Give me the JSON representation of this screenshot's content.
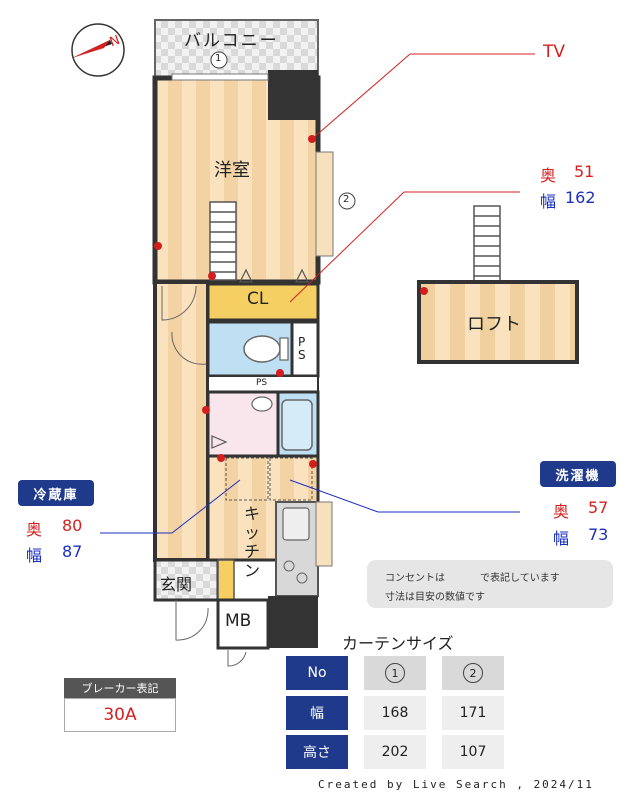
{
  "rooms": {
    "balcony": "バルコニー",
    "western_room": "洋室",
    "closet": "CL",
    "ps_vertical": "PS",
    "ps_horizontal": "PS",
    "kitchen": "キッチン",
    "entrance": "玄関",
    "mb": "MB",
    "loft": "ロフト"
  },
  "markers": {
    "window_1": "1",
    "window_2": "2",
    "compass_n": "N"
  },
  "tv": {
    "label": "TV"
  },
  "closet_dims": {
    "depth_label": "奥",
    "depth": "51",
    "width_label": "幅",
    "width": "162"
  },
  "fridge": {
    "tag": "冷蔵庫",
    "depth_label": "奥",
    "depth": "80",
    "width_label": "幅",
    "width": "87"
  },
  "washer": {
    "tag": "洗濯機",
    "depth_label": "奥",
    "depth": "57",
    "width_label": "幅",
    "width": "73"
  },
  "notes": {
    "line1_a": "コンセントは",
    "line1_b": "で表記しています",
    "line2": "寸法は目安の数値です"
  },
  "breaker": {
    "title": "ブレーカー表記",
    "value": "30A"
  },
  "curtain": {
    "title": "カーテンサイズ",
    "header_no": "No",
    "col1": "1",
    "col2": "2",
    "row_width": "幅",
    "row_height": "高さ",
    "w1": "168",
    "w2": "171",
    "h1": "202",
    "h2": "107"
  },
  "credit": "Created by Live Search , 2024/11",
  "colors": {
    "navy": "#1f3a8a",
    "red": "#d42020",
    "blue": "#1a2fbf",
    "wall": "#555555",
    "floor": "#f6dcb4",
    "closet": "#f5cf62",
    "tile": "#bfe0f3",
    "outlet": "#d41e1e"
  }
}
